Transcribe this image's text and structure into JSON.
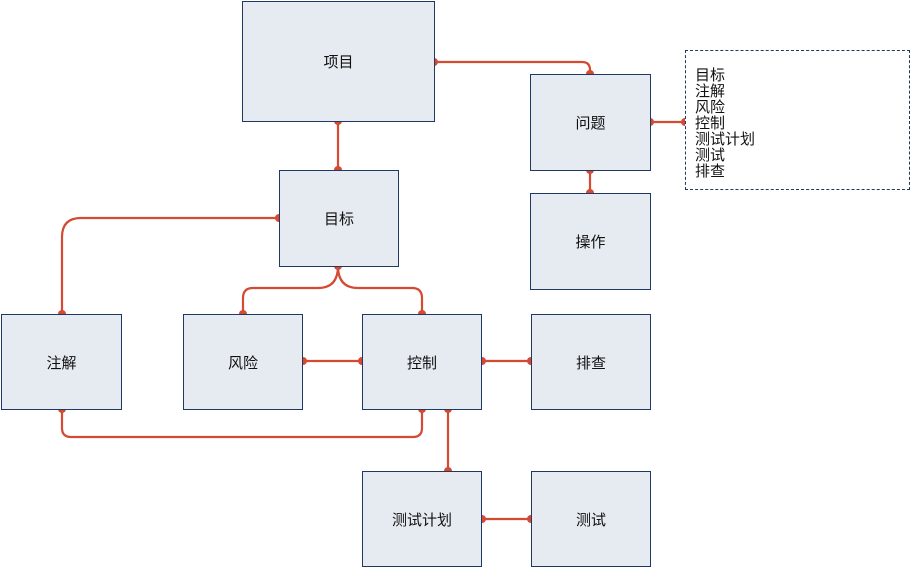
{
  "nodes": {
    "project": "项目",
    "problem": "问题",
    "goal": "目标",
    "operation": "操作",
    "annotation": "注解",
    "risk": "风险",
    "control": "控制",
    "review": "排查",
    "test_plan": "测试计划",
    "test": "测试"
  },
  "legend": {
    "items": [
      "目标",
      "注解",
      "风险",
      "控制",
      "测试计划",
      "测试",
      "排查"
    ]
  },
  "colors": {
    "connector": "#d44a32",
    "node_fill": "#e6ebf2",
    "node_border": "#1f3864"
  }
}
